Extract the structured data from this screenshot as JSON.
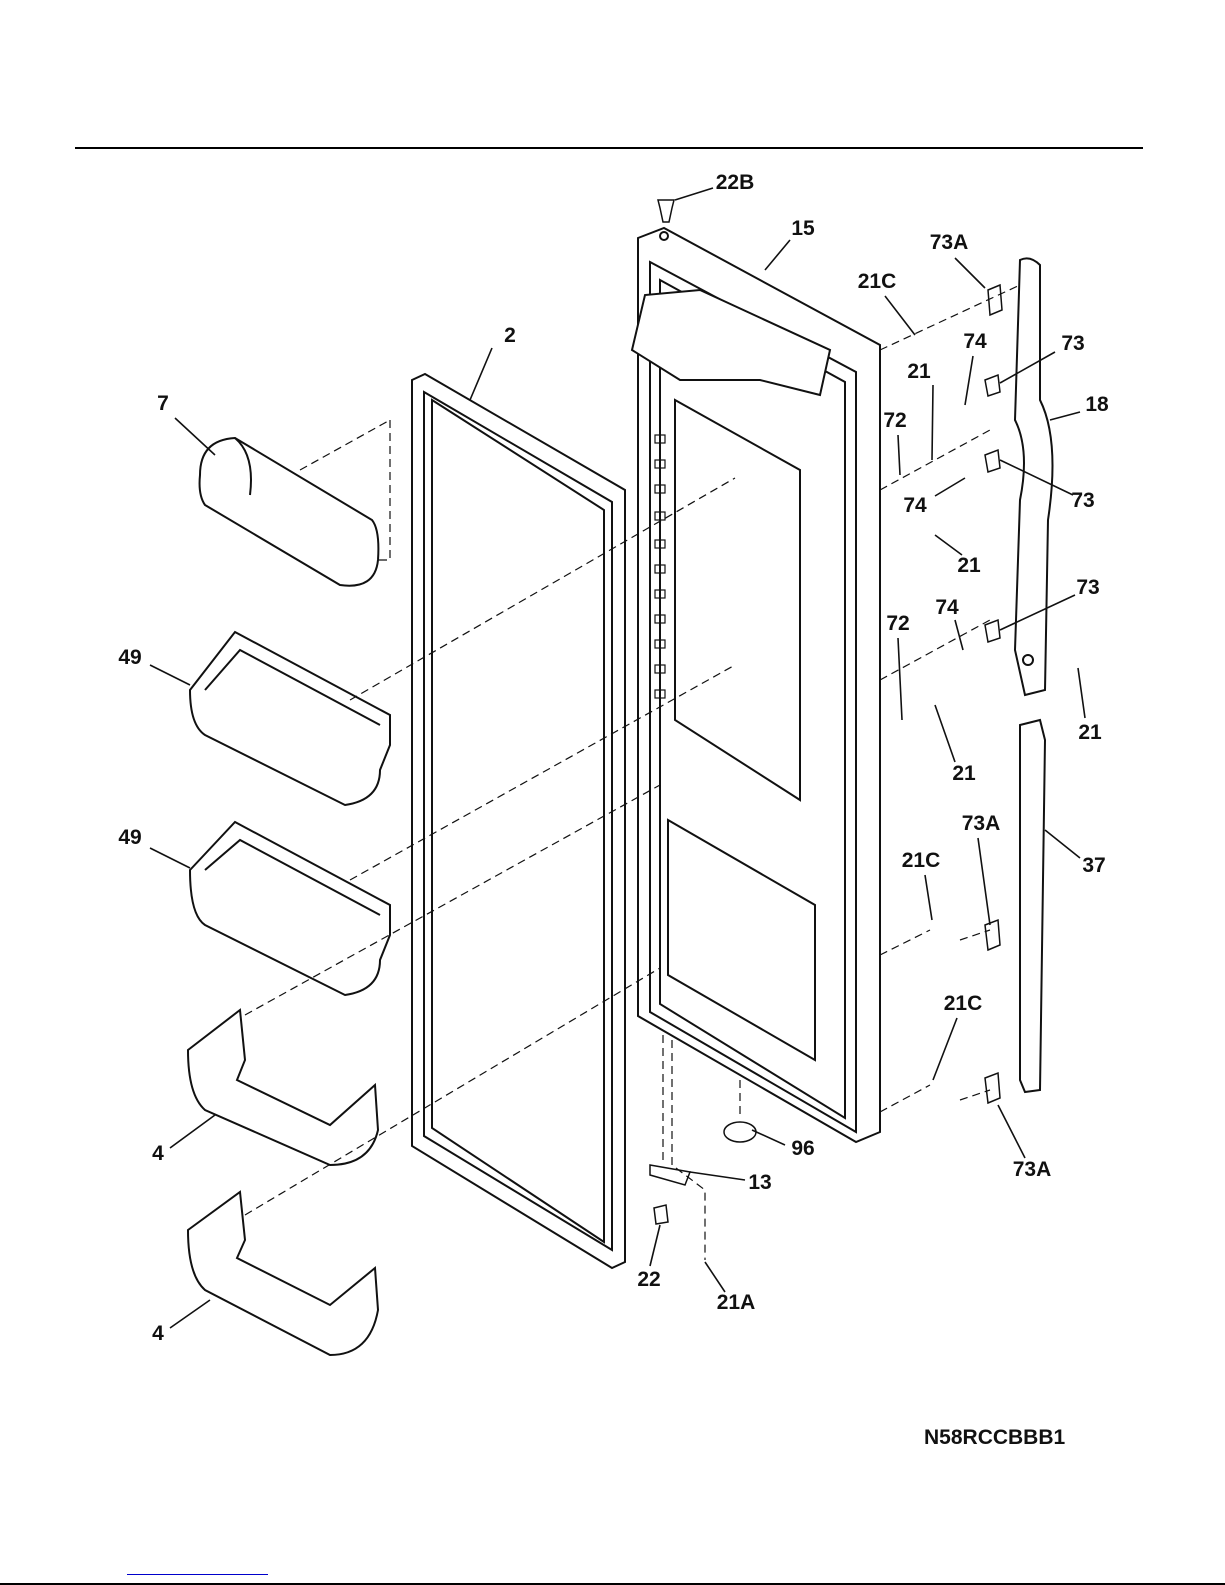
{
  "diagram": {
    "model_code": "N58RCCBBB1",
    "callouts": [
      "22B",
      "15",
      "73A",
      "21C",
      "74",
      "73",
      "2",
      "21",
      "18",
      "7",
      "72",
      "74",
      "73",
      "21",
      "73",
      "74",
      "72",
      "49",
      "21",
      "21",
      "73A",
      "21C",
      "37",
      "49",
      "21C",
      "96",
      "4",
      "13",
      "73A",
      "22",
      "21A",
      "4"
    ]
  },
  "colors": {
    "line": "#000000",
    "link": "#0000cc"
  }
}
